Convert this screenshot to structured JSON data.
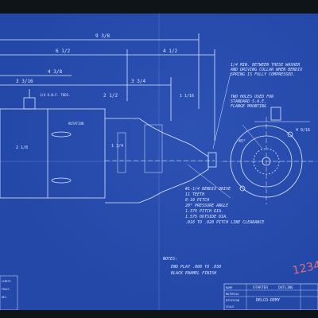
{
  "drawing": {
    "notes_top": [
      "1/4 MIN. BETWEEN THESE WASHER",
      "AND DRIVING COLLAR WHEN BENDIX",
      "SPRING IS FULLY COMPRESSED."
    ],
    "notes_holes": [
      "TWO HOLES USED FOR",
      "STANDARD S.A.E.",
      "FLANGE MOUNTING"
    ],
    "gear_spec": [
      "#1-1/4 BENDIX DRIVE",
      "11 TEETH",
      "8-10 PITCH",
      "20° PRESSURE ANGLE",
      "1.375 PITCH DIA.",
      "1.575 OUTSIDE DIA.",
      ".018 TO .020 PITCH LINE CLEARANCE"
    ],
    "notes_bottom": [
      "NOTES:",
      "END PLAY .008 TO .050",
      "BLACK ENAMEL FINISH"
    ],
    "dims": {
      "overall": "9 3/8",
      "d1": "6 1/2",
      "d2": "4 1/2",
      "d3": "4 3/8",
      "d4": "3 3/16",
      "d5": "3 3/4",
      "d6": "2 1/2",
      "d7": "1 1/16",
      "thread": "1/4 U.N.F. THDS.",
      "rotation": "ROTATION",
      "a1": "2 1/8",
      "a2": "1 3/4",
      "r1": "45°",
      "r2": "4 9/16"
    },
    "title_block": {
      "model": "STARTER",
      "outline": "OUTLINE",
      "company": "DELCO-REMY",
      "labels": [
        "NAME",
        "MATERIAL",
        "DIVISION",
        "SCALE"
      ]
    },
    "stamp_text": "1234",
    "corner_left": [
      "LIMITS",
      "FRACT.",
      "DEC."
    ]
  }
}
